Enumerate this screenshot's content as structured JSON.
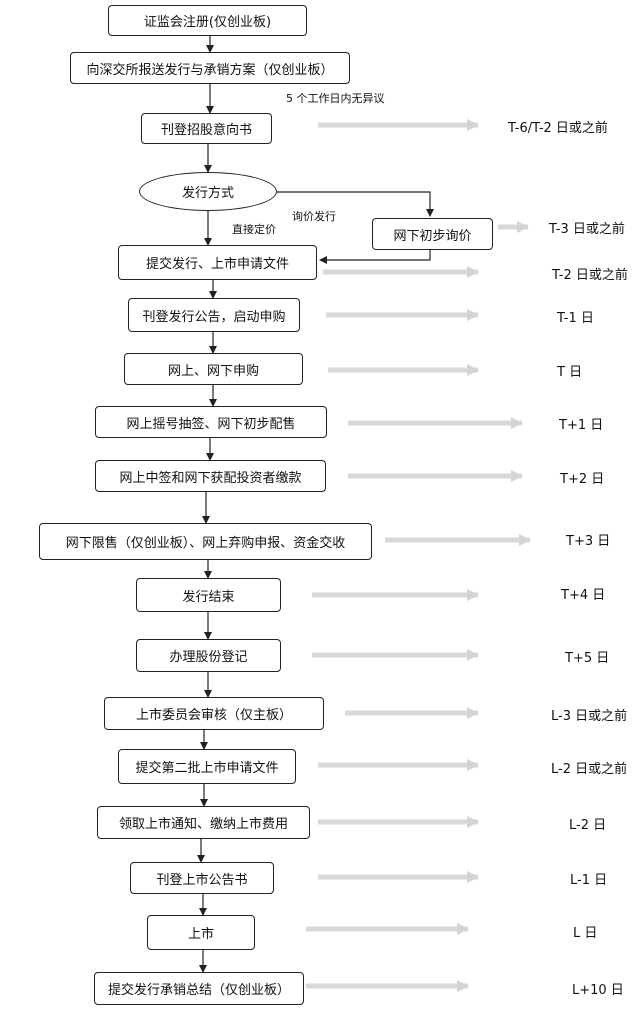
{
  "steps": {
    "s1": "证监会注册(仅创业板)",
    "s2": "向深交所报送发行与承销方案（仅创业板）",
    "s3": "刊登招股意向书",
    "s4": "发行方式",
    "s5": "网下初步询价",
    "s6": "提交发行、上市申请文件",
    "s7": "刊登发行公告，启动申购",
    "s8": "网上、网下申购",
    "s9": "网上摇号抽签、网下初步配售",
    "s10": "网上中签和网下获配投资者缴款",
    "s11": "网下限售（仅创业板）、网上弃购申报、资金交收",
    "s12": "发行结束",
    "s13": "办理股份登记",
    "s14": "上市委员会审核（仅主板）",
    "s15": "提交第二批上市申请文件",
    "s16": "领取上市通知、缴纳上市费用",
    "s17": "刊登上市公告书",
    "s18": "上市",
    "s19": "提交发行承销总结（仅创业板）"
  },
  "labels": {
    "no_objection": "5 个工作日内无异议",
    "direct_pricing": "直接定价",
    "inquiry": "询价发行"
  },
  "days": {
    "d3": "T-6/T-2 日或之前",
    "d5": "T-3 日或之前",
    "d6": "T-2 日或之前",
    "d7": "T-1 日",
    "d8": "T 日",
    "d9": "T+1 日",
    "d10": "T+2 日",
    "d11": "T+3 日",
    "d12": "T+4 日",
    "d13": "T+5 日",
    "d14": "L-3 日或之前",
    "d15": "L-2 日或之前",
    "d16": "L-2 日",
    "d17": "L-1 日",
    "d18": "L 日",
    "d19": "L+10 日"
  }
}
